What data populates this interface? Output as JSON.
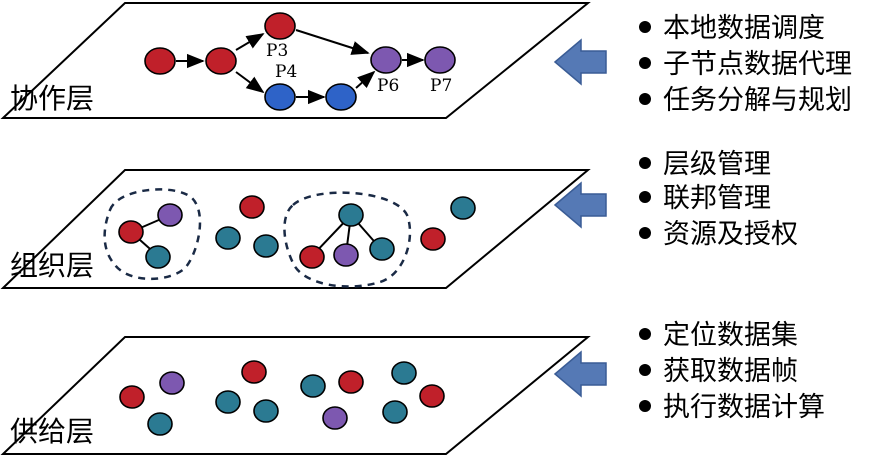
{
  "colors": {
    "red": "#c0202a",
    "purple": "#7d58b0",
    "blue": "#2e63c8",
    "teal": "#2b7a92",
    "arrow": "#5579b5"
  },
  "layers": [
    {
      "label": "协作层",
      "items": [
        "本地数据调度",
        "子节点数据代理",
        "任务分解与规划"
      ],
      "node_labels": [
        "P3",
        "P4",
        "P6",
        "P7"
      ]
    },
    {
      "label": "组织层",
      "items": [
        "层级管理",
        "联邦管理",
        "资源及授权"
      ]
    },
    {
      "label": "供给层",
      "items": [
        "定位数据集",
        "获取数据帧",
        "执行数据计算"
      ]
    }
  ],
  "icons": {
    "layer_arrow": "arrow-left-icon",
    "bullet": "bullet-dot-icon"
  }
}
